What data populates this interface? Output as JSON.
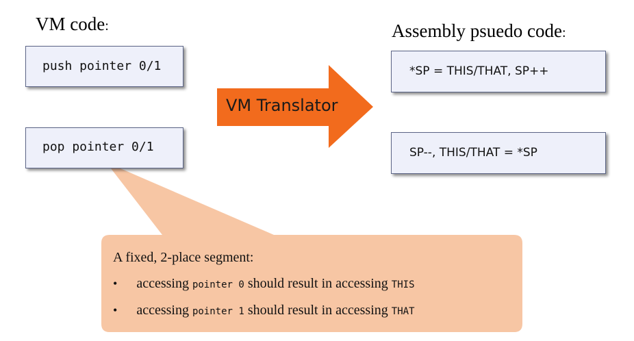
{
  "vm": {
    "title": "VM code",
    "title_colon": ":",
    "push_cmd": "push pointer 0/1",
    "pop_cmd": "pop pointer 0/1"
  },
  "translator": {
    "label": "VM Translator",
    "color": "#f26b1d"
  },
  "assembly": {
    "title": "Assembly psuedo code",
    "title_colon": ":",
    "push_code": "*SP = THIS/THAT, SP++",
    "pop_code": "SP--, THIS/THAT = *SP"
  },
  "note": {
    "heading": "A fixed, 2-place segment:",
    "bullet_symbol": "•",
    "items": [
      {
        "pre": "accessing ",
        "code": "pointer 0",
        "mid": " should result in accessing ",
        "target": "THIS"
      },
      {
        "pre": "accessing ",
        "code": "pointer 1",
        "mid": " should result in accessing ",
        "target": "THAT"
      }
    ],
    "color": "#f7c6a4"
  }
}
